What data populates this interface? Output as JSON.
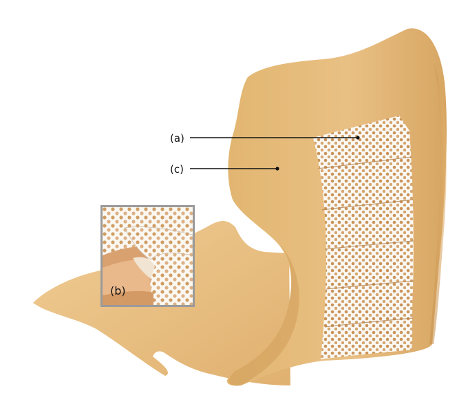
{
  "labels": {
    "a": "(a)",
    "b": "(b)",
    "c": "(c)"
  },
  "colors": {
    "dressing_tan": "#e6bb7c",
    "dressing_shadow": "#c99653",
    "pad_white": "#fbf8f3",
    "dot_tan": "#c8955a",
    "inset_border": "#9a9a9a",
    "leader_line": "#111111"
  }
}
